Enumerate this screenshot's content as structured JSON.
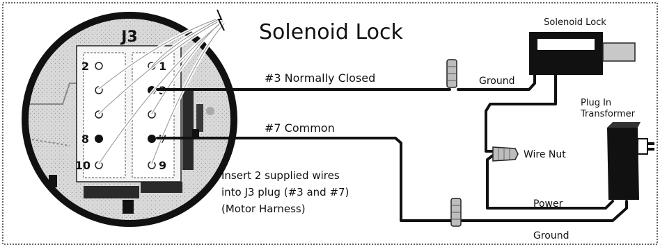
{
  "title": "Solenoid Lock",
  "connector": {
    "name": "J3",
    "pins": {
      "p1": "1",
      "p2": "2",
      "p3": "3",
      "p7": "7",
      "p8": "8",
      "p9": "9",
      "p10": "10"
    }
  },
  "wires": {
    "pin3": "#3 Normally Closed",
    "pin7": "#7 Common",
    "ground_top": "Ground",
    "ground_bottom": "Ground",
    "power": "Power",
    "wire_nut": "Wire Nut"
  },
  "components": {
    "solenoid": "Solenoid Lock",
    "transformer_line1": "Plug In",
    "transformer_line2": "Transformer"
  },
  "instructions": {
    "line1": "Insert 2 supplied wires",
    "line2": "into J3 plug (#3 and #7)",
    "line3": "(Motor Harness)"
  },
  "colors": {
    "ink": "#111111",
    "panel": "#d6d6d6",
    "background": "#ffffff"
  }
}
